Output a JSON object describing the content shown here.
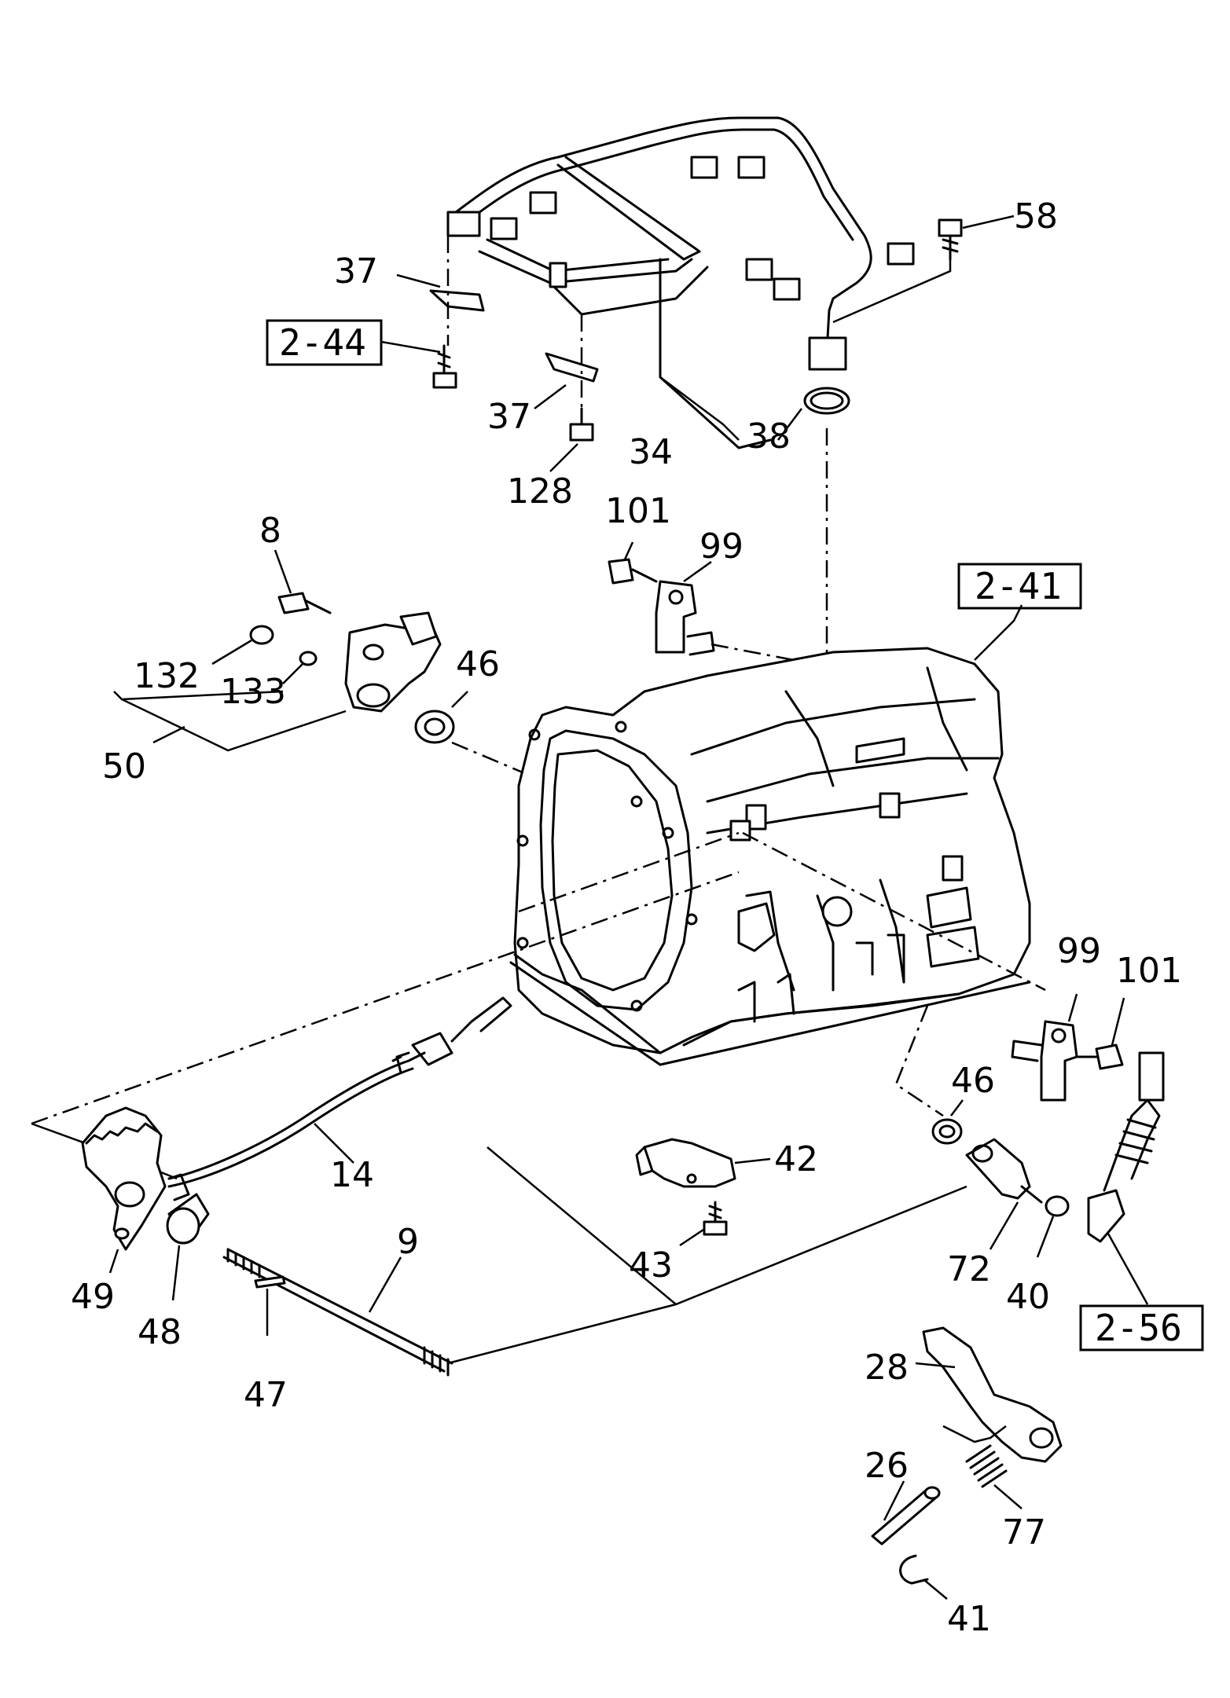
{
  "callouts": [
    {
      "id": "58",
      "text": "58"
    },
    {
      "id": "37a",
      "text": "37"
    },
    {
      "id": "37b",
      "text": "37"
    },
    {
      "id": "128",
      "text": "128"
    },
    {
      "id": "34",
      "text": "34"
    },
    {
      "id": "38",
      "text": "38"
    },
    {
      "id": "101a",
      "text": "101"
    },
    {
      "id": "99a",
      "text": "99"
    },
    {
      "id": "8",
      "text": "8"
    },
    {
      "id": "46a",
      "text": "46"
    },
    {
      "id": "132",
      "text": "132"
    },
    {
      "id": "133",
      "text": "133"
    },
    {
      "id": "50",
      "text": "50"
    },
    {
      "id": "99b",
      "text": "99"
    },
    {
      "id": "101b",
      "text": "101"
    },
    {
      "id": "46b",
      "text": "46"
    },
    {
      "id": "14",
      "text": "14"
    },
    {
      "id": "42",
      "text": "42"
    },
    {
      "id": "43",
      "text": "43"
    },
    {
      "id": "9",
      "text": "9"
    },
    {
      "id": "49",
      "text": "49"
    },
    {
      "id": "48",
      "text": "48"
    },
    {
      "id": "47",
      "text": "47"
    },
    {
      "id": "72",
      "text": "72"
    },
    {
      "id": "40",
      "text": "40"
    },
    {
      "id": "28",
      "text": "28"
    },
    {
      "id": "26",
      "text": "26"
    },
    {
      "id": "77",
      "text": "77"
    },
    {
      "id": "41",
      "text": "41"
    }
  ],
  "references": [
    {
      "id": "ref-2-44",
      "text": "2-44"
    },
    {
      "id": "ref-2-41",
      "text": "2-41"
    },
    {
      "id": "ref-2-56",
      "text": "2-56"
    }
  ]
}
